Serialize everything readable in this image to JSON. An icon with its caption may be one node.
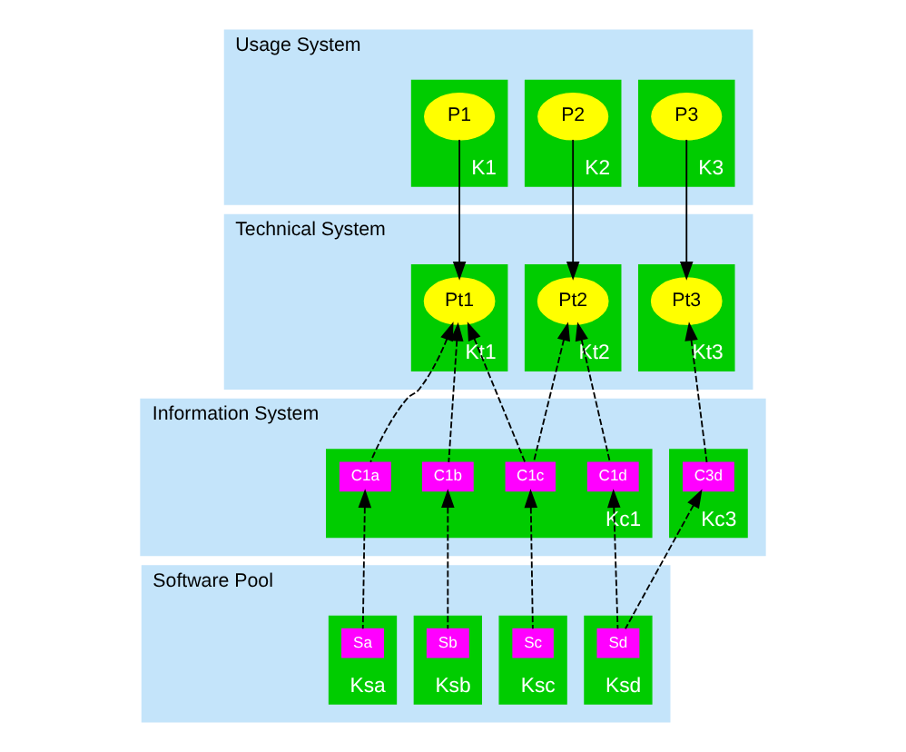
{
  "diagram": {
    "nodes": [
      {
        "text": [
          "Usage System"
        ]
      },
      {
        "text": [
          "K1"
        ],
        "in": 0
      },
      {
        "text": [
          "P1"
        ],
        "in": 1
      },
      {
        "text": [
          "K2"
        ],
        "in": 0
      },
      {
        "text": [
          "P2"
        ],
        "in": 3
      },
      {
        "text": [
          "K3"
        ],
        "in": 0
      },
      {
        "text": [
          "P3"
        ],
        "in": 5
      },
      {
        "text": [
          "Technical System"
        ]
      },
      {
        "text": [
          "Kt1"
        ],
        "in": 7
      },
      {
        "text": [
          "Pt1"
        ],
        "in": 8
      },
      {
        "text": [
          "Kt2"
        ],
        "in": 7
      },
      {
        "text": [
          "Pt2"
        ],
        "in": 10
      },
      {
        "text": [
          "Kt3"
        ],
        "in": 7
      },
      {
        "text": [
          "Pt3"
        ],
        "in": 12
      },
      {
        "text": [
          "Information System"
        ]
      },
      {
        "text": [
          "Kc1"
        ],
        "in": 14
      },
      {
        "text": [
          "C1a"
        ],
        "in": 15
      },
      {
        "text": [
          "C1b"
        ],
        "in": 15
      },
      {
        "text": [
          "C1c"
        ],
        "in": 15
      },
      {
        "text": [
          "C1d"
        ],
        "in": 15
      },
      {
        "text": [
          "Kc3"
        ],
        "in": 14
      },
      {
        "text": [
          "C3d"
        ],
        "in": 20
      },
      {
        "text": [
          "Software Pool"
        ]
      },
      {
        "text": [
          "Ksa"
        ],
        "in": 22
      },
      {
        "text": [
          "Sa"
        ],
        "in": 23
      },
      {
        "text": [
          "Ksb"
        ],
        "in": 22
      },
      {
        "text": [
          "Sb"
        ],
        "in": 25
      },
      {
        "text": [
          "Ksc"
        ],
        "in": 22
      },
      {
        "text": [
          "Sc"
        ],
        "in": 27
      },
      {
        "text": [
          "Ksd"
        ],
        "in": 22
      },
      {
        "text": [
          "Sd"
        ],
        "in": 29
      }
    ],
    "edges": [
      {
        "from": 2,
        "to": 9,
        "arrow": "to"
      },
      {
        "from": 4,
        "to": 11,
        "arrow": "to"
      },
      {
        "from": 6,
        "to": 13,
        "arrow": "to"
      },
      {
        "from": 16,
        "to": 9,
        "arrow": "to",
        "style": "dashed"
      },
      {
        "from": 17,
        "to": 9,
        "arrow": "to",
        "style": "dashed"
      },
      {
        "from": 18,
        "to": 9,
        "arrow": "to",
        "style": "dashed"
      },
      {
        "from": 18,
        "to": 11,
        "arrow": "to",
        "style": "dashed"
      },
      {
        "from": 19,
        "to": 11,
        "arrow": "to",
        "style": "dashed"
      },
      {
        "from": 21,
        "to": 13,
        "arrow": "to",
        "style": "dashed"
      },
      {
        "from": 24,
        "to": 16,
        "arrow": "to",
        "style": "dashed"
      },
      {
        "from": 26,
        "to": 17,
        "arrow": "to",
        "style": "dashed"
      },
      {
        "from": 28,
        "to": 18,
        "arrow": "to",
        "style": "dashed"
      },
      {
        "from": 30,
        "to": 19,
        "arrow": "to",
        "style": "dashed"
      },
      {
        "from": 30,
        "to": 21,
        "arrow": "to",
        "style": "dashed"
      }
    ]
  }
}
